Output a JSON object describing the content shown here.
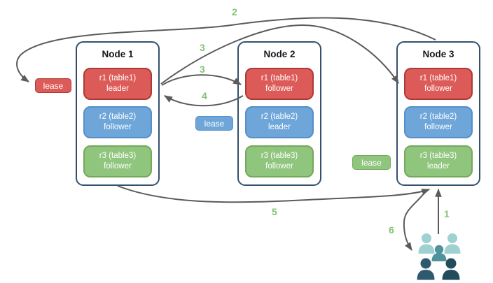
{
  "diagram": {
    "type": "distributed-database-replication-diagram",
    "nodes": [
      {
        "title": "Node 1",
        "replicas": [
          {
            "name": "r1 (table1)",
            "role": "leader",
            "color": "#dc5b58"
          },
          {
            "name": "r2 (table2)",
            "role": "follower",
            "color": "#6fa6d9"
          },
          {
            "name": "r3 (table3)",
            "role": "follower",
            "color": "#90c57e"
          }
        ]
      },
      {
        "title": "Node 2",
        "replicas": [
          {
            "name": "r1 (table1)",
            "role": "follower",
            "color": "#dc5b58"
          },
          {
            "name": "r2 (table2)",
            "role": "leader",
            "color": "#6fa6d9"
          },
          {
            "name": "r3 (table3)",
            "role": "follower",
            "color": "#90c57e"
          }
        ]
      },
      {
        "title": "Node 3",
        "replicas": [
          {
            "name": "r1 (table1)",
            "role": "follower",
            "color": "#dc5b58"
          },
          {
            "name": "r2 (table2)",
            "role": "follower",
            "color": "#90c57e"
          },
          {
            "name": "r3 (table3)",
            "role": "leader",
            "color": "#90c57e"
          }
        ]
      }
    ],
    "leases": [
      {
        "label": "lease",
        "color": "#dc5b58",
        "attached_to": "Node 1 r1 leader"
      },
      {
        "label": "lease",
        "color": "#6fa6d9",
        "attached_to": "Node 2 r2 leader"
      },
      {
        "label": "lease",
        "color": "#90c57e",
        "attached_to": "Node 3 r3 leader"
      }
    ],
    "flow_labels": {
      "step1": "1",
      "step2": "2",
      "step3_to_node3": "3",
      "step3_to_node2": "3",
      "step4": "4",
      "step5": "5",
      "step6": "6"
    },
    "edges": [
      {
        "label": "1",
        "from": "clients",
        "to": "Node 3 bottom"
      },
      {
        "label": "2",
        "from": "Node 3 top",
        "to": "lease badge at Node 1"
      },
      {
        "label": "3",
        "from": "Node 1 r1 leader",
        "to": "Node 3 r1 follower"
      },
      {
        "label": "3",
        "from": "Node 1 r1 leader",
        "to": "Node 2 r1 follower"
      },
      {
        "label": "4",
        "from": "Node 2 r1 follower",
        "to": "Node 1 r1 leader"
      },
      {
        "label": "5",
        "from": "Node 1 bottom",
        "to": "Node 3 bottom"
      },
      {
        "label": "6",
        "from": "Node 3 bottom",
        "to": "clients"
      }
    ],
    "icons": {
      "clients": "people-group-icon"
    },
    "colors": {
      "replica_red": "#dc5b58",
      "replica_red_border": "#ad3a36",
      "replica_blue": "#6fa6d9",
      "replica_blue_border": "#5590cb",
      "replica_green": "#90c57e",
      "replica_green_border": "#74a95c",
      "node_border": "#34506e",
      "arrow": "#5b5b5b",
      "step_label": "#85c474",
      "people_back": "#9fd0d2",
      "people_mid": "#4f939d",
      "people_front_left": "#2f5a6e",
      "people_front_right": "#204c5b"
    }
  }
}
